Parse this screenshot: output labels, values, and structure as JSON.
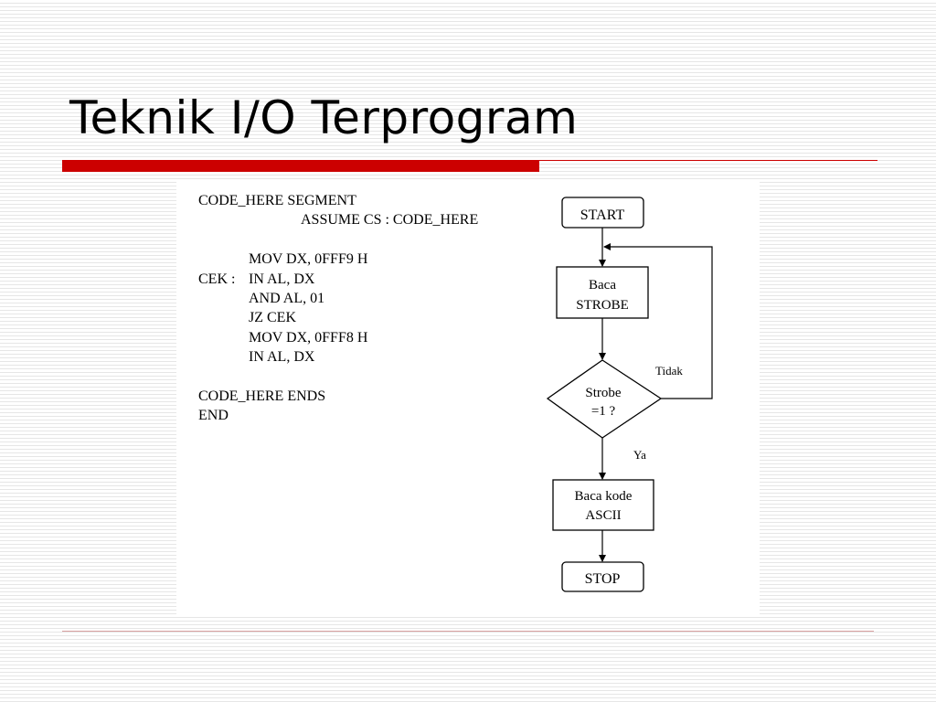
{
  "slide": {
    "title": "Teknik I/O Terprogram"
  },
  "code": {
    "lines": [
      {
        "label": "",
        "indent": 0,
        "text": "CODE_HERE SEGMENT"
      },
      {
        "label": "",
        "indent": 2,
        "text": "ASSUME CS : CODE_HERE"
      },
      {
        "label": "",
        "indent": 0,
        "text": ""
      },
      {
        "label": "",
        "indent": 1,
        "text": "MOV DX, 0FFF9 H"
      },
      {
        "label": "CEK :",
        "indent": 1,
        "text": "IN AL, DX"
      },
      {
        "label": "",
        "indent": 1,
        "text": "AND AL, 01"
      },
      {
        "label": "",
        "indent": 1,
        "text": "JZ CEK"
      },
      {
        "label": "",
        "indent": 1,
        "text": "MOV DX, 0FFF8 H"
      },
      {
        "label": "",
        "indent": 1,
        "text": "IN AL, DX"
      },
      {
        "label": "",
        "indent": 0,
        "text": ""
      },
      {
        "label": "",
        "indent": 0,
        "text": "CODE_HERE ENDS"
      },
      {
        "label": "",
        "indent": 0,
        "text": "END"
      }
    ]
  },
  "flowchart": {
    "start": "START",
    "read_strobe": [
      "Baca",
      "STROBE"
    ],
    "decision": [
      "Strobe",
      "=1 ?"
    ],
    "no_label": "Tidak",
    "yes_label": "Ya",
    "read_ascii": [
      "Baca kode",
      "ASCII"
    ],
    "stop": "STOP"
  }
}
